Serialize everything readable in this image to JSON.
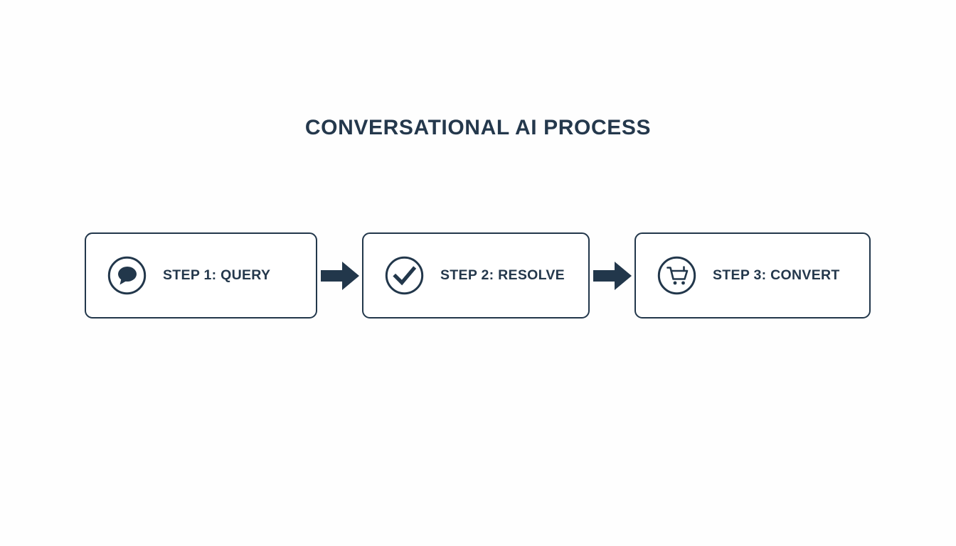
{
  "page": {
    "title": "CONVERSATIONAL AI PROCESS",
    "background_color": "#fefefe",
    "accent_color": "#22374b"
  },
  "flow": {
    "steps": [
      {
        "label": "STEP 1: QUERY",
        "icon": "speech-bubble-icon",
        "icon_style": "filled-bubble-in-circle"
      },
      {
        "label": "STEP 2: RESOLVE",
        "icon": "check-mark-icon",
        "icon_style": "check-in-circle"
      },
      {
        "label": "STEP 3: CONVERT",
        "icon": "shopping-cart-icon",
        "icon_style": "cart-in-circle"
      }
    ],
    "connectors": [
      {
        "icon": "arrow-right-icon",
        "direction": "right"
      },
      {
        "icon": "arrow-right-icon",
        "direction": "right"
      }
    ]
  }
}
